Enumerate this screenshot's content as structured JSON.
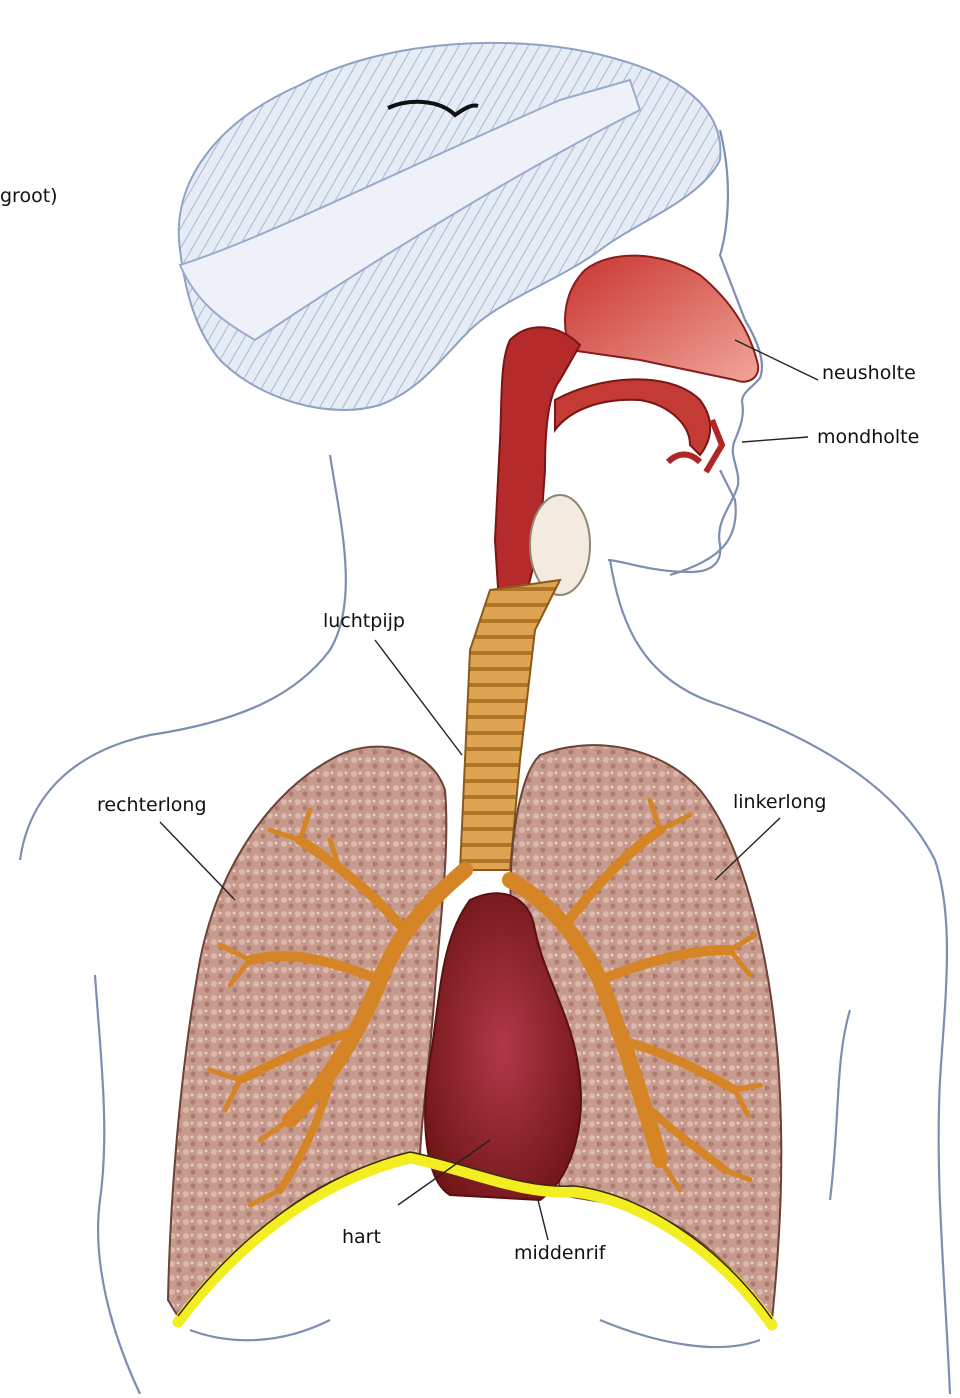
{
  "labels": {
    "corner_fragment": "groot)",
    "nasal_cavity": "neusholte",
    "oral_cavity": "mondholte",
    "trachea": "luchtpijp",
    "right_lung": "rechterlong",
    "left_lung": "linkerlong",
    "heart": "hart",
    "diaphragm": "middenrif"
  },
  "colors": {
    "outline": "#7d8fb0",
    "hair": "#b9c7dc",
    "nasal_tissue": "#d8504a",
    "airway": "#b8282a",
    "trachea": "#d99a45",
    "lung": "#c99a8c",
    "bronchi": "#d98a2c",
    "heart": "#8e1f22",
    "diaphragm": "#f2ee21"
  }
}
